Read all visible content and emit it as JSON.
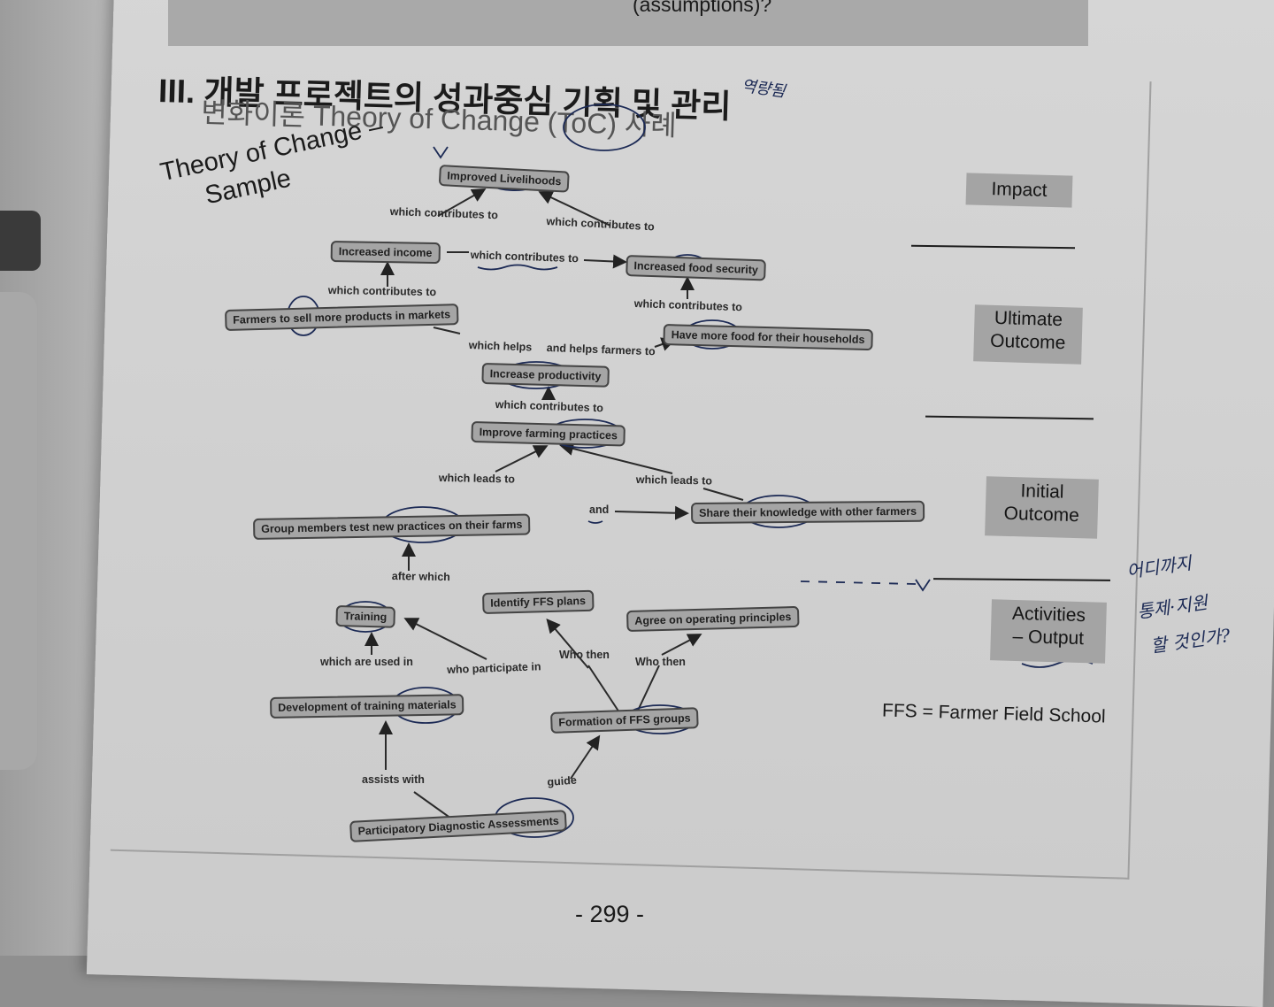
{
  "header": {
    "top_text": "(assumptions)?",
    "heading": "III. 개발 프로젝트의 성과중심 기획 및 관리",
    "subheading": "변화이론 Theory of Change (ToC) 사례"
  },
  "diagram": {
    "title_line1": "Theory of Change –",
    "title_line2": "Sample",
    "nodes": {
      "improved_livelihoods": "Improved Livelihoods",
      "increased_income": "Increased income",
      "increased_food_security": "Increased food security",
      "farmers_sell": "Farmers to sell more products in markets",
      "more_food": "Have more food for their households",
      "increase_productivity": "Increase productivity",
      "improve_practices": "Improve farming practices",
      "group_test": "Group members test new practices on their farms",
      "share_knowledge": "Share their knowledge with other farmers",
      "training": "Training",
      "identify_plans": "Identify FFS plans",
      "agree_principles": "Agree on operating principles",
      "dev_materials": "Development of training materials",
      "formation_groups": "Formation of FFS groups",
      "pda": "Participatory Diagnostic Assessments"
    },
    "connectors": {
      "c1": "which contributes to",
      "c2": "which contributes to",
      "c3": "which contributes to",
      "c4": "which contributes to",
      "c5": "which contributes to",
      "c6": "which helps",
      "c7": "and helps farmers to",
      "c8": "which contributes to",
      "c9": "which leads to",
      "c10": "which leads to",
      "c11": "and",
      "c12": "after which",
      "c13": "which are used in",
      "c14": "who participate in",
      "c15": "Who then",
      "c16": "Who then",
      "c17": "assists with",
      "c18": "guide"
    }
  },
  "levels": {
    "impact": "Impact",
    "ultimate_line1": "Ultimate",
    "ultimate_line2": "Outcome",
    "initial_line1": "Initial",
    "initial_line2": "Outcome",
    "activities_line1": "Activities",
    "activities_line2": "– Output"
  },
  "footnote": "FFS = Farmer Field School",
  "page_number": "-  299  -",
  "handwriting": {
    "note_top": "역량됨",
    "note_right_1": "어디까지",
    "note_right_2": "통제·지원",
    "note_right_3": "할 것인가?"
  },
  "colors": {
    "page": "#d2d2d2",
    "node_fill": "#a5a5a5",
    "level_fill": "#a4a4a4",
    "ink": "#1c2a55"
  }
}
